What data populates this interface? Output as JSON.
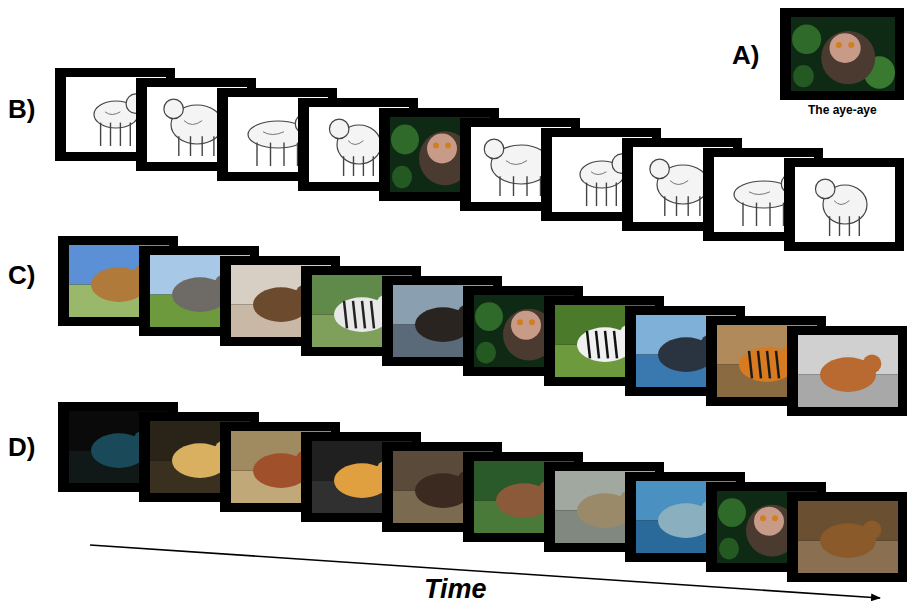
{
  "diagram": {
    "labels": [
      "A)",
      "B)",
      "C)",
      "D)",
      "The aye-aye",
      "Time"
    ]
  }
}
